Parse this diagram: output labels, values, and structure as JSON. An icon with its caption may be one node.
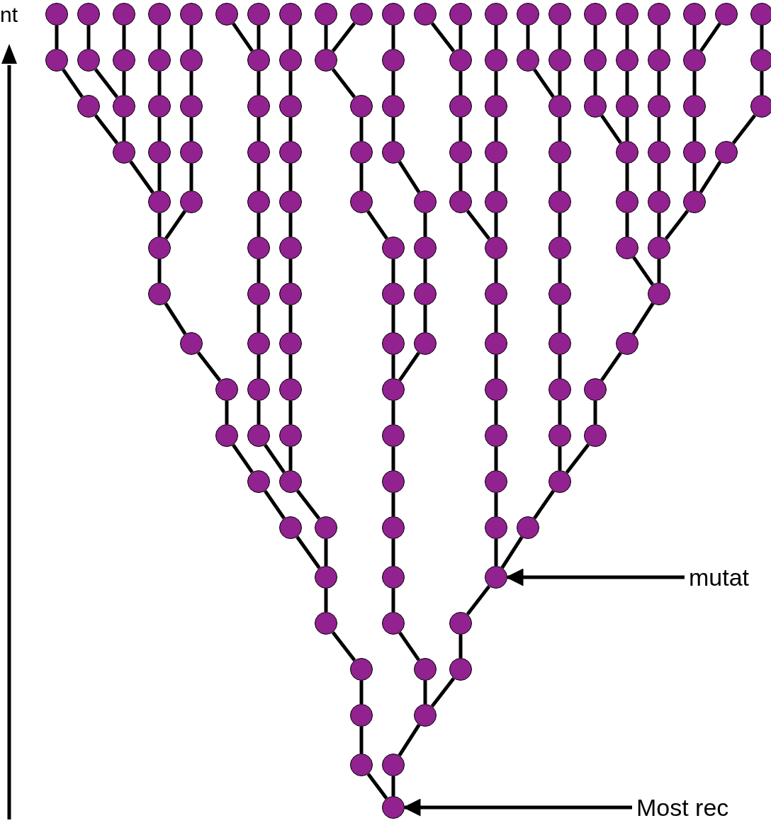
{
  "diagram": {
    "nodes": [
      {
        "text": [],
        "shape": "circle"
      },
      {
        "text": [],
        "shape": "circle"
      },
      {
        "text": [],
        "shape": "circle"
      },
      {
        "text": [],
        "shape": "circle"
      },
      {
        "text": [],
        "shape": "circle"
      },
      {
        "text": [],
        "shape": "circle"
      },
      {
        "text": [],
        "shape": "circle"
      },
      {
        "text": [],
        "shape": "circle"
      },
      {
        "text": [],
        "shape": "circle"
      },
      {
        "text": [],
        "shape": "circle"
      },
      {
        "text": [],
        "shape": "circle"
      },
      {
        "text": [],
        "shape": "circle"
      },
      {
        "text": [],
        "shape": "circle"
      },
      {
        "text": [],
        "shape": "circle"
      },
      {
        "text": [],
        "shape": "circle"
      },
      {
        "text": [],
        "shape": "circle"
      },
      {
        "text": [],
        "shape": "circle"
      },
      {
        "text": [],
        "shape": "circle"
      },
      {
        "text": [],
        "shape": "circle"
      },
      {
        "text": [],
        "shape": "circle"
      },
      {
        "text": [],
        "shape": "circle"
      },
      {
        "text": [],
        "shape": "circle"
      },
      {
        "text": [],
        "shape": "circle"
      },
      {
        "text": [],
        "shape": "circle"
      },
      {
        "text": [],
        "shape": "circle"
      },
      {
        "text": [],
        "shape": "circle"
      },
      {
        "text": [],
        "shape": "circle"
      },
      {
        "text": [],
        "shape": "circle"
      },
      {
        "text": [],
        "shape": "circle"
      },
      {
        "text": [],
        "shape": "circle"
      },
      {
        "text": [],
        "shape": "circle"
      },
      {
        "text": [],
        "shape": "circle"
      },
      {
        "text": [],
        "shape": "circle"
      },
      {
        "text": [],
        "shape": "circle"
      },
      {
        "text": [],
        "shape": "circle"
      },
      {
        "text": [],
        "shape": "circle"
      },
      {
        "text": [],
        "shape": "circle"
      },
      {
        "text": [],
        "shape": "circle"
      },
      {
        "text": [],
        "shape": "circle"
      },
      {
        "text": [],
        "shape": "circle"
      },
      {
        "text": [],
        "shape": "circle"
      },
      {
        "text": [],
        "shape": "circle"
      },
      {
        "text": [],
        "shape": "circle"
      },
      {
        "text": [],
        "shape": "circle"
      },
      {
        "text": [],
        "shape": "circle"
      },
      {
        "text": [],
        "shape": "circle"
      },
      {
        "text": [],
        "shape": "circle"
      },
      {
        "text": [],
        "shape": "circle"
      },
      {
        "text": [],
        "shape": "circle"
      },
      {
        "text": [],
        "shape": "circle"
      },
      {
        "text": [],
        "shape": "circle"
      },
      {
        "text": [],
        "shape": "circle"
      },
      {
        "text": [],
        "shape": "circle"
      },
      {
        "text": [],
        "shape": "circle"
      },
      {
        "text": [],
        "shape": "circle"
      },
      {
        "text": [],
        "shape": "circle"
      },
      {
        "text": [],
        "shape": "circle"
      },
      {
        "text": [],
        "shape": "circle"
      },
      {
        "text": [],
        "shape": "circle"
      },
      {
        "text": [],
        "shape": "circle"
      },
      {
        "text": [],
        "shape": "circle"
      },
      {
        "text": [],
        "shape": "circle"
      },
      {
        "text": [],
        "shape": "circle"
      },
      {
        "text": [],
        "shape": "circle"
      },
      {
        "text": [],
        "shape": "circle"
      },
      {
        "text": [],
        "shape": "circle"
      },
      {
        "text": [],
        "shape": "circle"
      },
      {
        "text": [],
        "shape": "circle"
      },
      {
        "text": [],
        "shape": "circle"
      },
      {
        "text": [],
        "shape": "circle"
      },
      {
        "text": [],
        "shape": "circle"
      },
      {
        "text": [],
        "shape": "circle"
      },
      {
        "text": [],
        "shape": "circle"
      },
      {
        "text": [],
        "shape": "circle"
      },
      {
        "text": [],
        "shape": "circle"
      },
      {
        "text": [],
        "shape": "circle"
      },
      {
        "text": [],
        "shape": "circle"
      },
      {
        "text": [],
        "shape": "circle"
      },
      {
        "text": [],
        "shape": "circle"
      },
      {
        "text": [],
        "shape": "circle"
      },
      {
        "text": [],
        "shape": "circle"
      },
      {
        "text": [],
        "shape": "circle"
      },
      {
        "text": [],
        "shape": "circle"
      },
      {
        "text": [],
        "shape": "circle"
      },
      {
        "text": [],
        "shape": "circle"
      },
      {
        "text": [],
        "shape": "circle"
      },
      {
        "text": [],
        "shape": "circle"
      },
      {
        "text": [],
        "shape": "circle"
      },
      {
        "text": [],
        "shape": "circle"
      },
      {
        "text": [],
        "shape": "circle"
      },
      {
        "text": [],
        "shape": "circle"
      },
      {
        "text": [],
        "shape": "circle"
      },
      {
        "text": [],
        "shape": "circle"
      },
      {
        "text": [],
        "shape": "circle"
      },
      {
        "text": [],
        "shape": "circle"
      },
      {
        "text": [],
        "shape": "circle"
      },
      {
        "text": [],
        "shape": "circle"
      },
      {
        "text": [],
        "shape": "circle"
      },
      {
        "text": [],
        "shape": "circle"
      },
      {
        "text": [],
        "shape": "circle"
      },
      {
        "text": [],
        "shape": "circle"
      },
      {
        "text": [],
        "shape": "circle"
      },
      {
        "text": [],
        "shape": "circle"
      },
      {
        "text": [],
        "shape": "circle"
      },
      {
        "text": [],
        "shape": "circle"
      },
      {
        "text": [],
        "shape": "circle"
      },
      {
        "text": [],
        "shape": "circle"
      },
      {
        "text": [],
        "shape": "circle"
      },
      {
        "text": [],
        "shape": "circle"
      },
      {
        "text": [],
        "shape": "circle"
      },
      {
        "text": [],
        "shape": "circle"
      },
      {
        "text": [],
        "shape": "circle"
      },
      {
        "text": [],
        "shape": "circle"
      },
      {
        "text": [],
        "shape": "circle"
      },
      {
        "text": [],
        "shape": "circle"
      },
      {
        "text": [],
        "shape": "circle"
      },
      {
        "text": [],
        "shape": "circle"
      },
      {
        "text": [],
        "shape": "circle"
      },
      {
        "text": [],
        "shape": "circle"
      },
      {
        "text": [],
        "shape": "circle"
      },
      {
        "text": [],
        "shape": "circle"
      },
      {
        "text": [],
        "shape": "circle"
      },
      {
        "text": [],
        "shape": "circle"
      },
      {
        "text": [],
        "shape": "circle"
      },
      {
        "text": [],
        "shape": "circle"
      },
      {
        "text": [],
        "shape": "circle"
      },
      {
        "text": [],
        "shape": "circle"
      },
      {
        "text": [],
        "shape": "circle"
      },
      {
        "text": [],
        "shape": "circle"
      },
      {
        "text": [],
        "shape": "circle"
      },
      {
        "text": [],
        "shape": "circle"
      },
      {
        "text": [],
        "shape": "circle"
      },
      {
        "text": [],
        "shape": "circle"
      },
      {
        "text": [],
        "shape": "circle"
      },
      {
        "text": [],
        "shape": "circle"
      },
      {
        "text": [],
        "shape": "circle"
      },
      {
        "text": [],
        "shape": "circle"
      },
      {
        "text": [],
        "shape": "circle"
      },
      {
        "text": [],
        "shape": "circle"
      },
      {
        "text": [],
        "shape": "circle"
      },
      {
        "text": [],
        "shape": "circle"
      },
      {
        "text": [],
        "shape": "circle"
      },
      {
        "text": [],
        "shape": "circle"
      },
      {
        "text": [],
        "shape": "circle"
      },
      {
        "text": [],
        "shape": "circle"
      },
      {
        "text": [
          "mutat"
        ]
      },
      {
        "text": [
          "Most rec"
        ]
      }
    ],
    "edges": [
      {
        "from": 0,
        "to": 22,
        "arrow": "none"
      },
      {
        "from": 1,
        "to": 23,
        "arrow": "none"
      },
      {
        "from": 2,
        "to": 24,
        "arrow": "none"
      },
      {
        "from": 3,
        "to": 25,
        "arrow": "none"
      },
      {
        "from": 4,
        "to": 26,
        "arrow": "none"
      },
      {
        "from": 5,
        "to": 27,
        "arrow": "none"
      },
      {
        "from": 6,
        "to": 27,
        "arrow": "none"
      },
      {
        "from": 7,
        "to": 28,
        "arrow": "none"
      },
      {
        "from": 8,
        "to": 29,
        "arrow": "none"
      },
      {
        "from": 9,
        "to": 29,
        "arrow": "none"
      },
      {
        "from": 10,
        "to": 30,
        "arrow": "none"
      },
      {
        "from": 11,
        "to": 31,
        "arrow": "none"
      },
      {
        "from": 12,
        "to": 31,
        "arrow": "none"
      },
      {
        "from": 13,
        "to": 32,
        "arrow": "none"
      },
      {
        "from": 14,
        "to": 33,
        "arrow": "none"
      },
      {
        "from": 15,
        "to": 34,
        "arrow": "none"
      },
      {
        "from": 16,
        "to": 35,
        "arrow": "none"
      },
      {
        "from": 17,
        "to": 36,
        "arrow": "none"
      },
      {
        "from": 18,
        "to": 37,
        "arrow": "none"
      },
      {
        "from": 19,
        "to": 38,
        "arrow": "none"
      },
      {
        "from": 20,
        "to": 38,
        "arrow": "none"
      },
      {
        "from": 21,
        "to": 39,
        "arrow": "none"
      },
      {
        "from": 22,
        "to": 40,
        "arrow": "none"
      },
      {
        "from": 23,
        "to": 41,
        "arrow": "none"
      },
      {
        "from": 24,
        "to": 41,
        "arrow": "none"
      },
      {
        "from": 25,
        "to": 42,
        "arrow": "none"
      },
      {
        "from": 26,
        "to": 43,
        "arrow": "none"
      },
      {
        "from": 27,
        "to": 44,
        "arrow": "none"
      },
      {
        "from": 28,
        "to": 45,
        "arrow": "none"
      },
      {
        "from": 29,
        "to": 46,
        "arrow": "none"
      },
      {
        "from": 30,
        "to": 47,
        "arrow": "none"
      },
      {
        "from": 31,
        "to": 48,
        "arrow": "none"
      },
      {
        "from": 32,
        "to": 49,
        "arrow": "none"
      },
      {
        "from": 33,
        "to": 50,
        "arrow": "none"
      },
      {
        "from": 34,
        "to": 50,
        "arrow": "none"
      },
      {
        "from": 35,
        "to": 51,
        "arrow": "none"
      },
      {
        "from": 36,
        "to": 52,
        "arrow": "none"
      },
      {
        "from": 37,
        "to": 53,
        "arrow": "none"
      },
      {
        "from": 38,
        "to": 54,
        "arrow": "none"
      },
      {
        "from": 39,
        "to": 55,
        "arrow": "none"
      },
      {
        "from": 40,
        "to": 56,
        "arrow": "none"
      },
      {
        "from": 41,
        "to": 56,
        "arrow": "none"
      },
      {
        "from": 42,
        "to": 57,
        "arrow": "none"
      },
      {
        "from": 43,
        "to": 58,
        "arrow": "none"
      },
      {
        "from": 44,
        "to": 59,
        "arrow": "none"
      },
      {
        "from": 45,
        "to": 60,
        "arrow": "none"
      },
      {
        "from": 46,
        "to": 61,
        "arrow": "none"
      },
      {
        "from": 47,
        "to": 62,
        "arrow": "none"
      },
      {
        "from": 48,
        "to": 63,
        "arrow": "none"
      },
      {
        "from": 49,
        "to": 64,
        "arrow": "none"
      },
      {
        "from": 50,
        "to": 65,
        "arrow": "none"
      },
      {
        "from": 51,
        "to": 66,
        "arrow": "none"
      },
      {
        "from": 52,
        "to": 66,
        "arrow": "none"
      },
      {
        "from": 53,
        "to": 67,
        "arrow": "none"
      },
      {
        "from": 54,
        "to": 68,
        "arrow": "none"
      },
      {
        "from": 55,
        "to": 69,
        "arrow": "none"
      },
      {
        "from": 56,
        "to": 70,
        "arrow": "none"
      },
      {
        "from": 57,
        "to": 70,
        "arrow": "none"
      },
      {
        "from": 58,
        "to": 71,
        "arrow": "none"
      },
      {
        "from": 59,
        "to": 72,
        "arrow": "none"
      },
      {
        "from": 60,
        "to": 73,
        "arrow": "none"
      },
      {
        "from": 61,
        "to": 74,
        "arrow": "none"
      },
      {
        "from": 62,
        "to": 75,
        "arrow": "none"
      },
      {
        "from": 63,
        "to": 76,
        "arrow": "none"
      },
      {
        "from": 64,
        "to": 77,
        "arrow": "none"
      },
      {
        "from": 65,
        "to": 78,
        "arrow": "none"
      },
      {
        "from": 66,
        "to": 79,
        "arrow": "none"
      },
      {
        "from": 67,
        "to": 80,
        "arrow": "none"
      },
      {
        "from": 68,
        "to": 81,
        "arrow": "none"
      },
      {
        "from": 69,
        "to": 81,
        "arrow": "none"
      },
      {
        "from": 70,
        "to": 82,
        "arrow": "none"
      },
      {
        "from": 71,
        "to": 82,
        "arrow": "none"
      },
      {
        "from": 72,
        "to": 83,
        "arrow": "none"
      },
      {
        "from": 73,
        "to": 84,
        "arrow": "none"
      },
      {
        "from": 74,
        "to": 85,
        "arrow": "none"
      },
      {
        "from": 75,
        "to": 86,
        "arrow": "none"
      },
      {
        "from": 76,
        "to": 87,
        "arrow": "none"
      },
      {
        "from": 77,
        "to": 87,
        "arrow": "none"
      },
      {
        "from": 78,
        "to": 88,
        "arrow": "none"
      },
      {
        "from": 79,
        "to": 89,
        "arrow": "none"
      },
      {
        "from": 80,
        "to": 90,
        "arrow": "none"
      },
      {
        "from": 81,
        "to": 90,
        "arrow": "none"
      },
      {
        "from": 82,
        "to": 91,
        "arrow": "none"
      },
      {
        "from": 83,
        "to": 92,
        "arrow": "none"
      },
      {
        "from": 84,
        "to": 93,
        "arrow": "none"
      },
      {
        "from": 85,
        "to": 94,
        "arrow": "none"
      },
      {
        "from": 86,
        "to": 95,
        "arrow": "none"
      },
      {
        "from": 87,
        "to": 96,
        "arrow": "none"
      },
      {
        "from": 88,
        "to": 97,
        "arrow": "none"
      },
      {
        "from": 89,
        "to": 98,
        "arrow": "none"
      },
      {
        "from": 90,
        "to": 98,
        "arrow": "none"
      },
      {
        "from": 91,
        "to": 99,
        "arrow": "none"
      },
      {
        "from": 92,
        "to": 100,
        "arrow": "none"
      },
      {
        "from": 93,
        "to": 101,
        "arrow": "none"
      },
      {
        "from": 94,
        "to": 102,
        "arrow": "none"
      },
      {
        "from": 95,
        "to": 103,
        "arrow": "none"
      },
      {
        "from": 96,
        "to": 104,
        "arrow": "none"
      },
      {
        "from": 97,
        "to": 105,
        "arrow": "none"
      },
      {
        "from": 98,
        "to": 106,
        "arrow": "none"
      },
      {
        "from": 99,
        "to": 107,
        "arrow": "none"
      },
      {
        "from": 100,
        "to": 108,
        "arrow": "none"
      },
      {
        "from": 101,
        "to": 109,
        "arrow": "none"
      },
      {
        "from": 102,
        "to": 110,
        "arrow": "none"
      },
      {
        "from": 103,
        "to": 110,
        "arrow": "none"
      },
      {
        "from": 104,
        "to": 111,
        "arrow": "none"
      },
      {
        "from": 105,
        "to": 112,
        "arrow": "none"
      },
      {
        "from": 106,
        "to": 113,
        "arrow": "none"
      },
      {
        "from": 107,
        "to": 114,
        "arrow": "none"
      },
      {
        "from": 108,
        "to": 115,
        "arrow": "none"
      },
      {
        "from": 109,
        "to": 116,
        "arrow": "none"
      },
      {
        "from": 110,
        "to": 117,
        "arrow": "none"
      },
      {
        "from": 111,
        "to": 118,
        "arrow": "none"
      },
      {
        "from": 112,
        "to": 119,
        "arrow": "none"
      },
      {
        "from": 113,
        "to": 120,
        "arrow": "none"
      },
      {
        "from": 114,
        "to": 121,
        "arrow": "none"
      },
      {
        "from": 115,
        "to": 122,
        "arrow": "none"
      },
      {
        "from": 116,
        "to": 122,
        "arrow": "none"
      },
      {
        "from": 117,
        "to": 123,
        "arrow": "none"
      },
      {
        "from": 118,
        "to": 124,
        "arrow": "none"
      },
      {
        "from": 119,
        "to": 125,
        "arrow": "none"
      },
      {
        "from": 120,
        "to": 125,
        "arrow": "none"
      },
      {
        "from": 121,
        "to": 126,
        "arrow": "none"
      },
      {
        "from": 122,
        "to": 127,
        "arrow": "none"
      },
      {
        "from": 123,
        "to": 128,
        "arrow": "none"
      },
      {
        "from": 124,
        "to": 129,
        "arrow": "none"
      },
      {
        "from": 125,
        "to": 130,
        "arrow": "none"
      },
      {
        "from": 126,
        "to": 131,
        "arrow": "none"
      },
      {
        "from": 127,
        "to": 131,
        "arrow": "none"
      },
      {
        "from": 128,
        "to": 132,
        "arrow": "none"
      },
      {
        "from": 129,
        "to": 133,
        "arrow": "none"
      },
      {
        "from": 130,
        "to": 133,
        "arrow": "none"
      },
      {
        "from": 131,
        "to": 134,
        "arrow": "none"
      },
      {
        "from": 132,
        "to": 135,
        "arrow": "none"
      },
      {
        "from": 133,
        "to": 136,
        "arrow": "none"
      },
      {
        "from": 134,
        "to": 137,
        "arrow": "none"
      },
      {
        "from": 135,
        "to": 138,
        "arrow": "none"
      },
      {
        "from": 136,
        "to": 139,
        "arrow": "none"
      },
      {
        "from": 137,
        "to": 140,
        "arrow": "none"
      },
      {
        "from": 138,
        "to": 141,
        "arrow": "none"
      },
      {
        "from": 139,
        "to": 141,
        "arrow": "none"
      },
      {
        "from": 140,
        "to": 142,
        "arrow": "none"
      },
      {
        "from": 141,
        "to": 143,
        "arrow": "none"
      },
      {
        "from": 142,
        "to": 144,
        "arrow": "none"
      },
      {
        "from": 143,
        "to": 144,
        "arrow": "none"
      },
      {
        "from": 145,
        "to": 133,
        "arrow": "to"
      },
      {
        "from": 146,
        "to": 144,
        "arrow": "to"
      }
    ],
    "labels": [
      "nt"
    ]
  }
}
